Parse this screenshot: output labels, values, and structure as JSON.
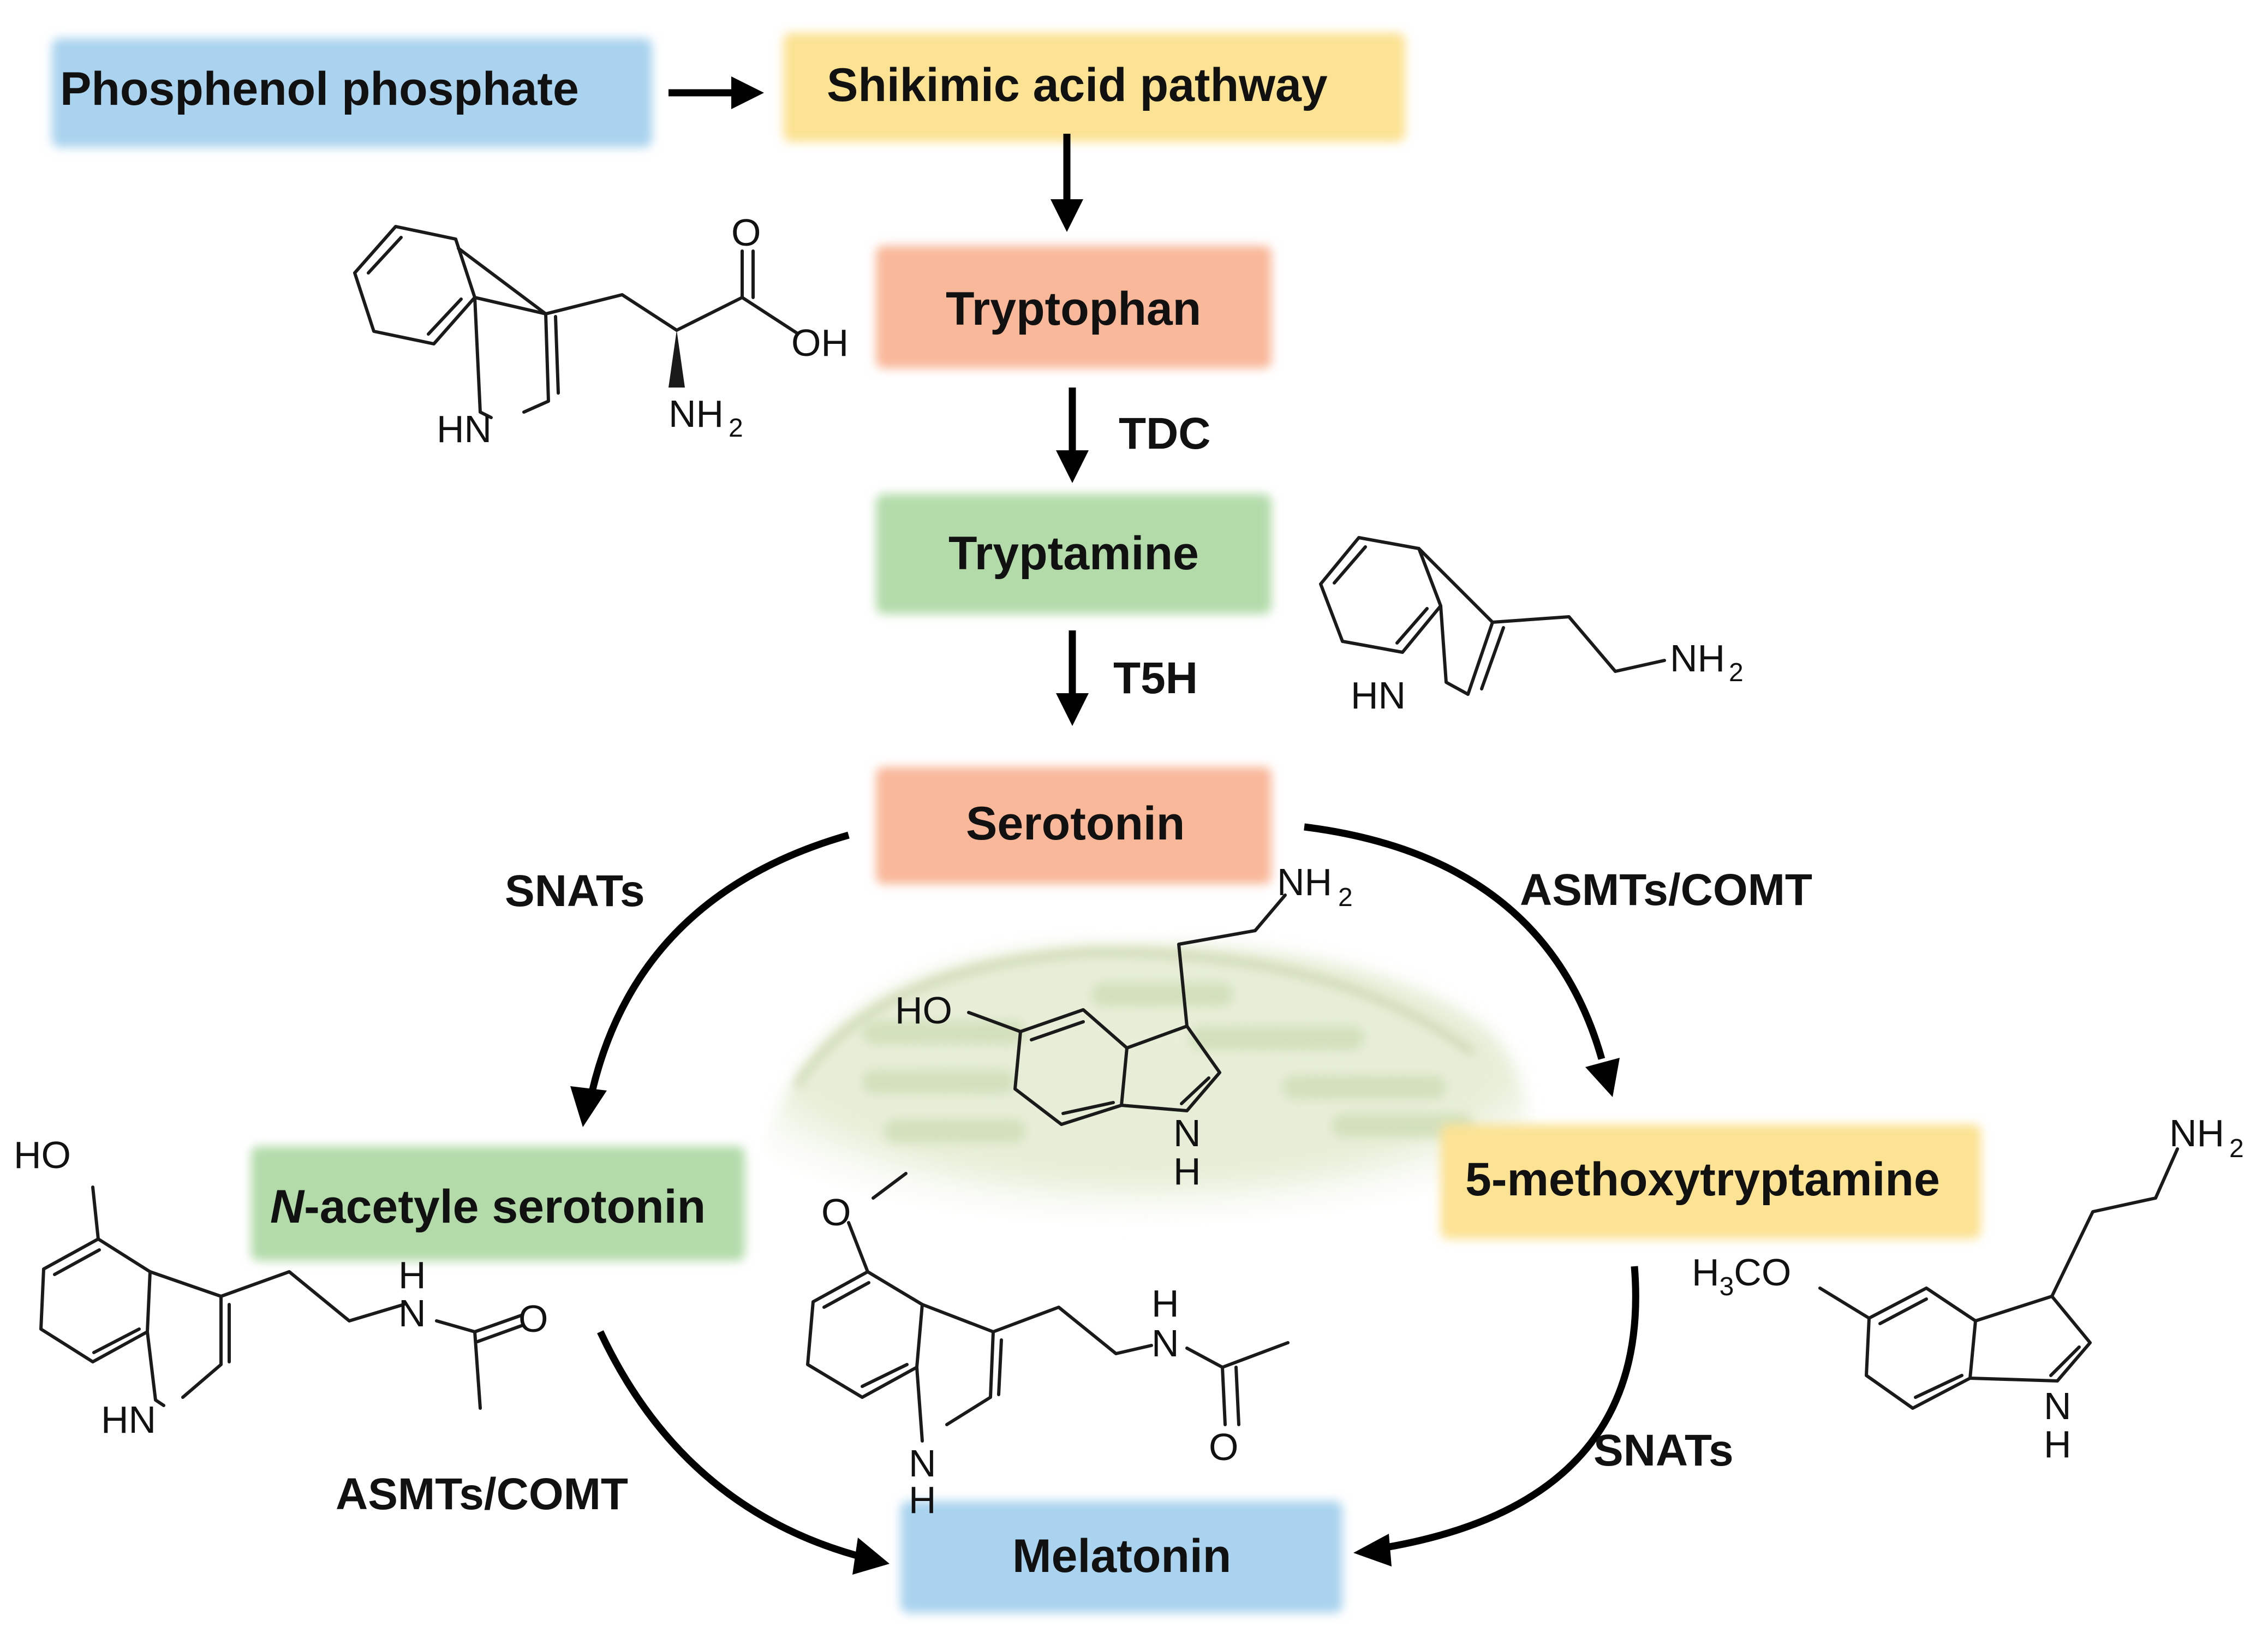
{
  "nodes": {
    "phosphenol": {
      "label": "Phosphenol phosphate",
      "color": "#A9D3EE"
    },
    "shikimic": {
      "label": "Shikimic acid pathway",
      "color": "#FCE293"
    },
    "tryptophan": {
      "label": "Tryptophan",
      "color": "#F9B89A"
    },
    "tryptamine": {
      "label": "Tryptamine",
      "color": "#B3DBAA"
    },
    "serotonin": {
      "label": "Serotonin",
      "color": "#F9B89A"
    },
    "nas_prefix": "N",
    "nas_rest": "-acetyle serotonin",
    "nas_color": "#B3DBAA",
    "methoxy": {
      "label": "5-methoxytryptamine",
      "color": "#FCE293"
    },
    "melatonin": {
      "label": "Melatonin",
      "color": "#A9D3EE"
    }
  },
  "enzymes": {
    "tdc": "TDC",
    "t5h": "T5H",
    "snats_left": "SNATs",
    "asmt_right": "ASMTs/COMT",
    "asmt_bottom_left": "ASMTs/COMT",
    "snats_bottom_right": "SNATs"
  },
  "atoms": {
    "o": "O",
    "oh": "OH",
    "ho": "HO",
    "hn": "HN",
    "nh": "NH",
    "n": "N",
    "h": "H",
    "two": "2",
    "three": "3",
    "h3co_h": "H",
    "h3co_co": "CO"
  },
  "colors": {
    "arrow": "#000000",
    "chloroplast": "#DDE8C8"
  }
}
